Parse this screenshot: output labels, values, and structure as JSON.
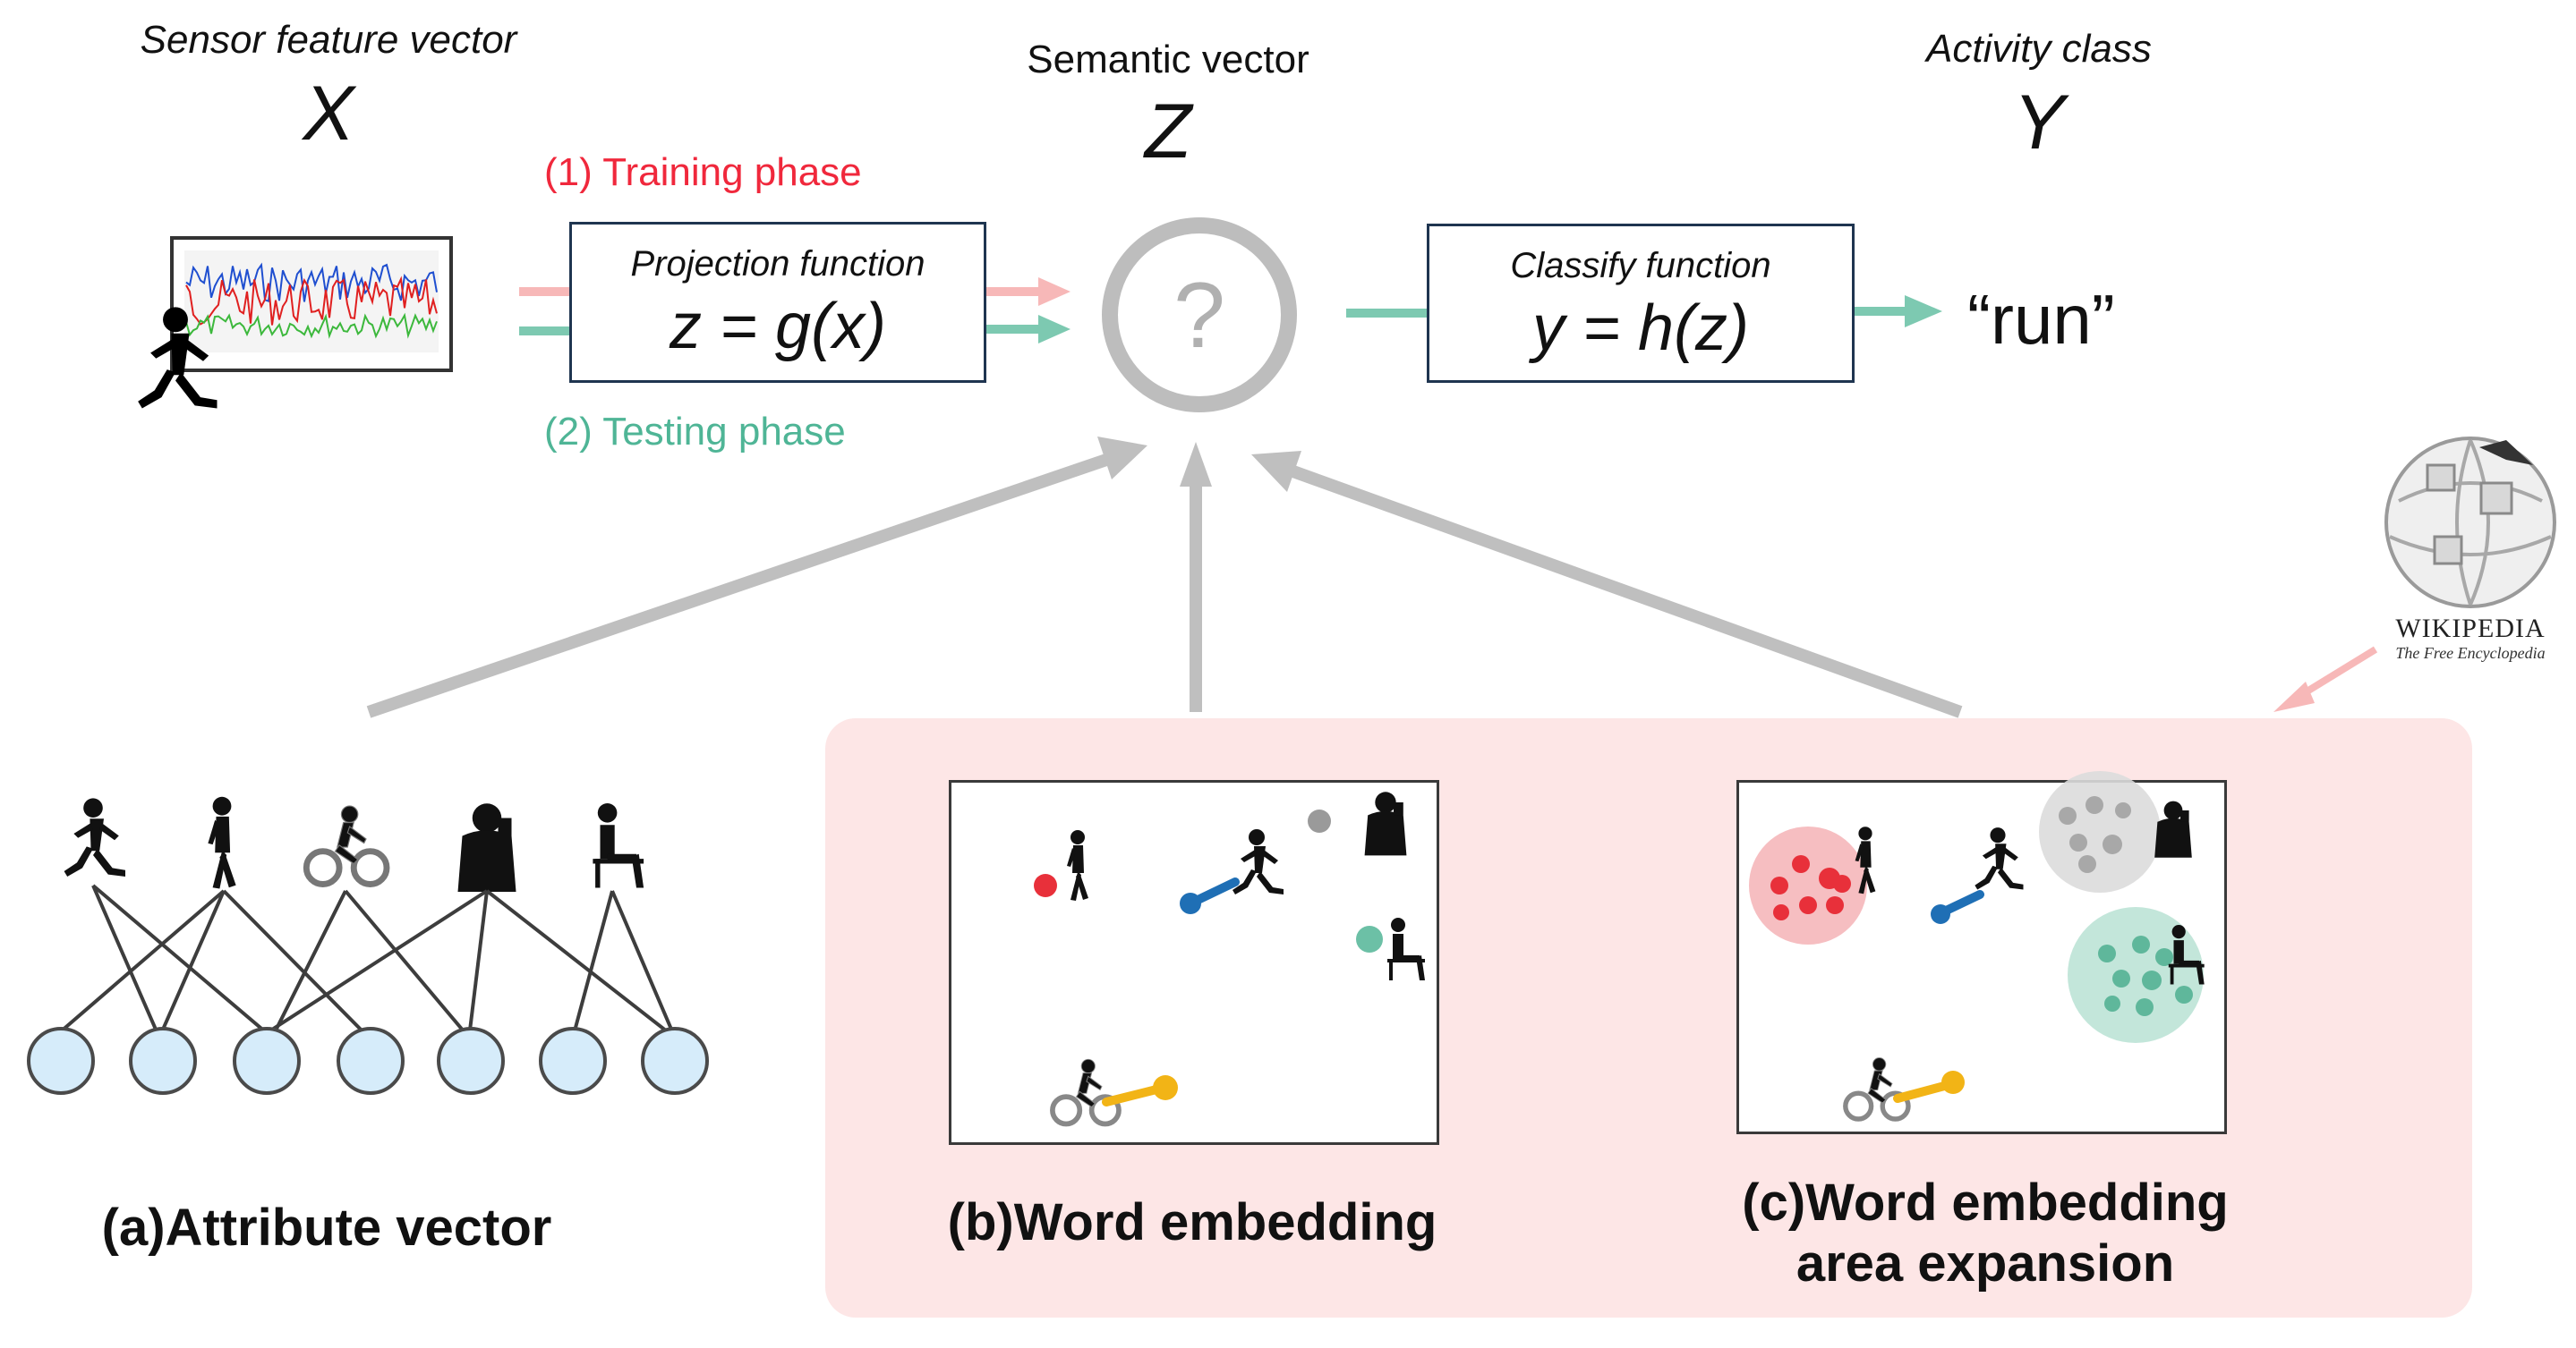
{
  "header": {
    "x_title": "Sensor feature vector",
    "x_symbol": "X",
    "z_title": "Semantic vector",
    "z_symbol": "Z",
    "y_title": "Activity class",
    "y_symbol": "Y"
  },
  "phases": {
    "training": "(1) Training phase",
    "testing": "(2) Testing phase"
  },
  "projection": {
    "title": "Projection function",
    "formula": "z = g(x)"
  },
  "classify": {
    "title": "Classify function",
    "formula": "y = h(z)"
  },
  "semantic_node": {
    "glyph": "?"
  },
  "output": {
    "label": "“run”"
  },
  "wikipedia": {
    "name": "Wikipedia",
    "tagline": "The Free Encyclopedia"
  },
  "captions": {
    "a": "(a)Attribute vector",
    "b": "(b)Word embedding",
    "c_line1": "(c)Word embedding",
    "c_line2": "area expansion"
  },
  "colors": {
    "training": "#f0283c",
    "testing": "#4fb596",
    "pink_arrow": "#f7b8b8",
    "teal_arrow": "#7dc9b1",
    "gray_arrow": "#bfbfbf",
    "node_fill": "#d6ecfa",
    "node_stroke": "#4a4a4a",
    "red_word": "#e8303a",
    "blue_word": "#1f6fb5",
    "yellow_word": "#f2b416",
    "teal_word": "#6cc0a6",
    "gray_word": "#9a9a9a"
  },
  "icons": [
    "runner-icon",
    "walker-icon",
    "cyclist-icon",
    "phone-user-icon",
    "sitting-icon",
    "wikipedia-globe-icon",
    "sensor-chart-icon"
  ]
}
